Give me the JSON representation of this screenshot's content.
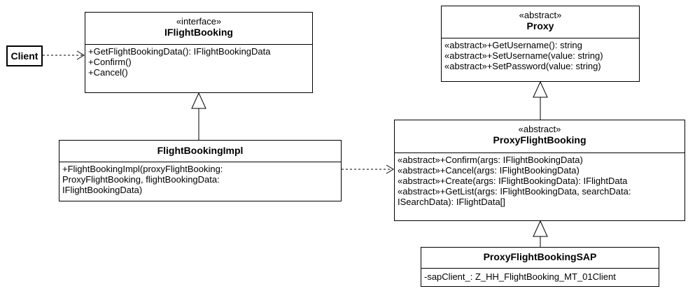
{
  "client": {
    "label": "Client"
  },
  "iflight": {
    "stereotype": "«interface»",
    "name": "IFlightBooking",
    "members": [
      "+GetFlightBookingData(): IFlightBookingData",
      "+Confirm()",
      "+Cancel()"
    ]
  },
  "proxy": {
    "stereotype": "«abstract»",
    "name": "Proxy",
    "members": [
      "«abstract»+GetUsername(): string",
      "«abstract»+SetUsername(value: string)",
      "«abstract»+SetPassword(value: string)"
    ]
  },
  "impl": {
    "name": "FlightBookingImpl",
    "members": [
      "+FlightBookingImpl(proxyFlightBooking: ProxyFlightBooking, flightBookingData: IFlightBookingData)"
    ]
  },
  "pfb": {
    "stereotype": "«abstract»",
    "name": "ProxyFlightBooking",
    "members": [
      "«abstract»+Confirm(args: IFlightBookingData)",
      "«abstract»+Cancel(args: IFlightBookingData)",
      "«abstract»+Create(args: IFlightBookingData): IFlightData",
      "«abstract»+GetList(args: IFlightBookingData, searchData: ISearchData): IFlightData[]"
    ]
  },
  "sap": {
    "name": "ProxyFlightBookingSAP",
    "members": [
      "-sapClient_: Z_HH_FlightBooking_MT_01Client"
    ]
  }
}
